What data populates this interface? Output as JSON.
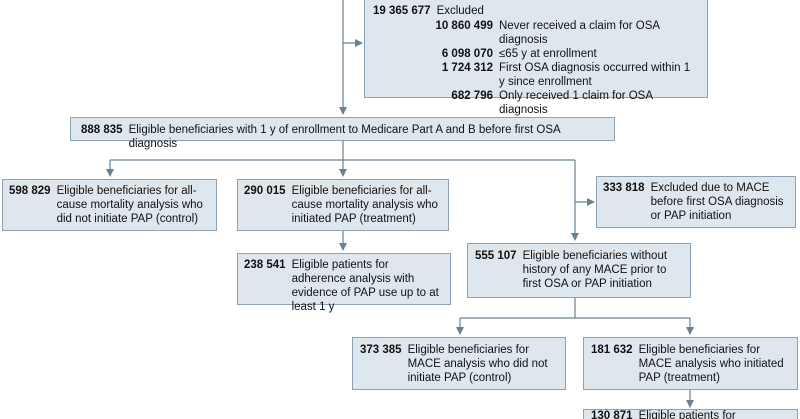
{
  "excluded": {
    "count": "19 365 677",
    "label": "Excluded",
    "reasons": [
      {
        "count": "10 860 499",
        "text": "Never received a claim for OSA diagnosis"
      },
      {
        "count": "6 098 070",
        "text": "≤65 y at enrollment"
      },
      {
        "count": "1 724 312",
        "text": "First OSA diagnosis occurred within 1 y since enrollment"
      },
      {
        "count": "682 796",
        "text": "Only received 1 claim for OSA diagnosis"
      }
    ]
  },
  "eligible_all": {
    "count": "888 835",
    "text": "Eligible beneficiaries with 1 y of enrollment to Medicare Part A and B before first OSA diagnosis"
  },
  "control_mortality": {
    "count": "598 829",
    "text": "Eligible beneficiaries for all-cause mortality analysis who did not initiate PAP (control)"
  },
  "treatment_mortality": {
    "count": "290 015",
    "text": "Eligible beneficiaries for all-cause mortality analysis who initiated PAP (treatment)"
  },
  "adherence": {
    "count": "238 541",
    "text": "Eligible patients for adherence analysis with evidence of PAP use up to at least 1 y"
  },
  "excluded_mace": {
    "count": "333 818",
    "text": "Excluded due to MACE before first OSA diagnosis or PAP initiation"
  },
  "no_mace": {
    "count": "555 107",
    "text": "Eligible beneficiaries without history of any MACE prior to first OSA or PAP initiation"
  },
  "mace_control": {
    "count": "373 385",
    "text": "Eligible beneficiaries for MACE analysis who did not initiate PAP (control)"
  },
  "mace_treatment": {
    "count": "181 632",
    "text": "Eligible beneficiaries for MACE analysis who initiated PAP (treatment)"
  },
  "bottom_partial": {
    "count": "130 871",
    "text": "Eligible patients for adherence"
  }
}
